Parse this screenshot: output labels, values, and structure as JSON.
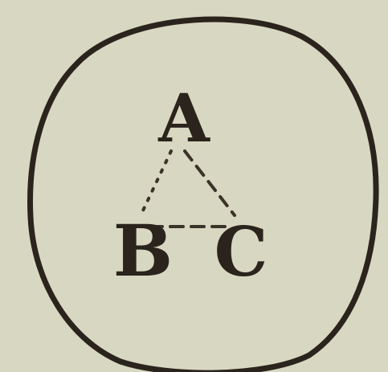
{
  "diagram": {
    "nodes": [
      {
        "id": "A",
        "label": "A"
      },
      {
        "id": "B",
        "label": "B"
      },
      {
        "id": "C",
        "label": "C"
      }
    ],
    "edges": [
      {
        "from": "A",
        "to": "B",
        "style": "dotted"
      },
      {
        "from": "A",
        "to": "C",
        "style": "dashed"
      },
      {
        "from": "B",
        "to": "C",
        "style": "dashed"
      }
    ],
    "colors": {
      "paper": "#d8d7c1",
      "ink": "#2a241d"
    }
  }
}
